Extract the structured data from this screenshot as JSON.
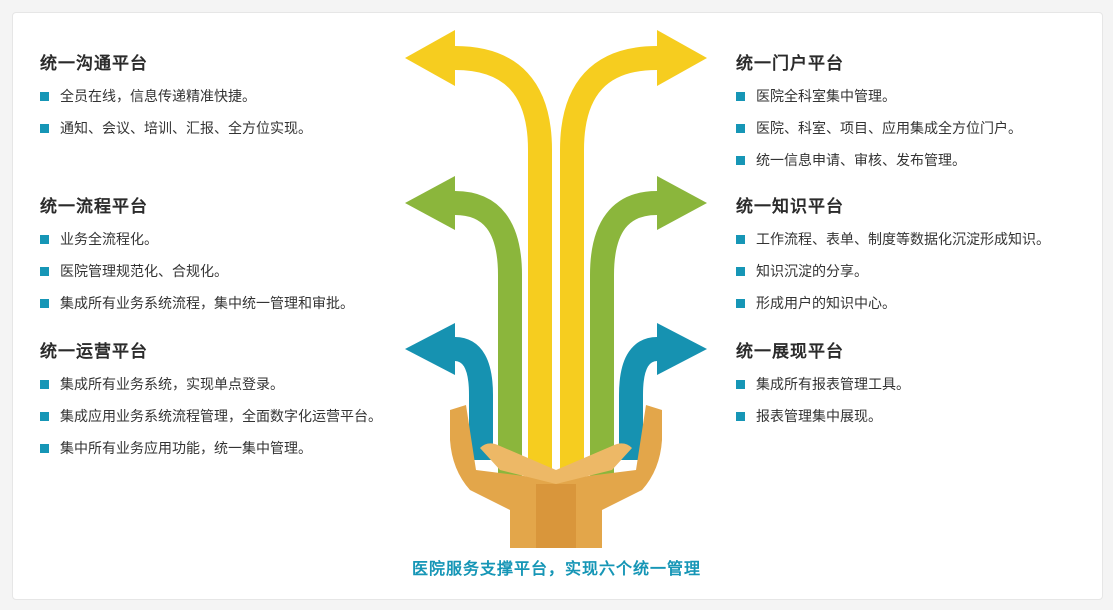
{
  "colors": {
    "yellow": "#f6cd1f",
    "green": "#8bb63c",
    "teal": "#1692b1",
    "hand": "#e3a64a",
    "accent": "#1696b6"
  },
  "left": [
    {
      "title": "统一沟通平台",
      "items": [
        "全员在线，信息传递精准快捷。",
        "通知、会议、培训、汇报、全方位实现。"
      ]
    },
    {
      "title": "统一流程平台",
      "items": [
        "业务全流程化。",
        "医院管理规范化、合规化。",
        "集成所有业务系统流程，集中统一管理和审批。"
      ]
    },
    {
      "title": "统一运营平台",
      "items": [
        "集成所有业务系统，实现单点登录。",
        "集成应用业务系统流程管理，全面数字化运营平台。",
        "集中所有业务应用功能，统一集中管理。"
      ]
    }
  ],
  "right": [
    {
      "title": "统一门户平台",
      "items": [
        "医院全科室集中管理。",
        "医院、科室、项目、应用集成全方位门户。",
        "统一信息申请、审核、发布管理。"
      ]
    },
    {
      "title": "统一知识平台",
      "items": [
        "工作流程、表单、制度等数据化沉淀形成知识。",
        "知识沉淀的分享。",
        "形成用户的知识中心。"
      ]
    },
    {
      "title": "统一展现平台",
      "items": [
        "集成所有报表管理工具。",
        "报表管理集中展现。"
      ]
    }
  ],
  "caption": "医院服务支撑平台，实现六个统一管理"
}
